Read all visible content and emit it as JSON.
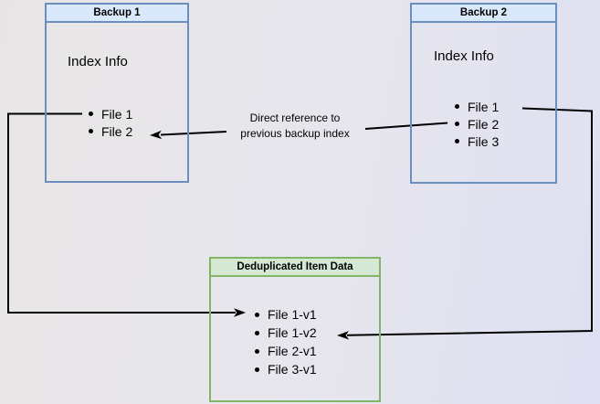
{
  "diagram": {
    "backup1": {
      "title": "Backup 1",
      "info_label": "Index Info",
      "files": [
        "File 1",
        "File 2"
      ]
    },
    "backup2": {
      "title": "Backup 2",
      "info_label": "Index Info",
      "files": [
        "File 1",
        "File 2",
        "File 3"
      ]
    },
    "dedup_store": {
      "title": "Deduplicated Item Data",
      "files": [
        "File 1-v1",
        "File 1-v2",
        "File 2-v1",
        "File 3-v1"
      ]
    },
    "edge_label": {
      "line1": "Direct reference to",
      "line2": "previous backup index"
    },
    "colors": {
      "backup_header_fill": "#dae8fc",
      "backup_border": "#6c8ebf",
      "dedup_header_fill": "#d5e8d4",
      "dedup_border": "#82b366",
      "connector": "#000000",
      "background_left": "#e8e6e5",
      "background_right": "#dee0f2"
    }
  }
}
